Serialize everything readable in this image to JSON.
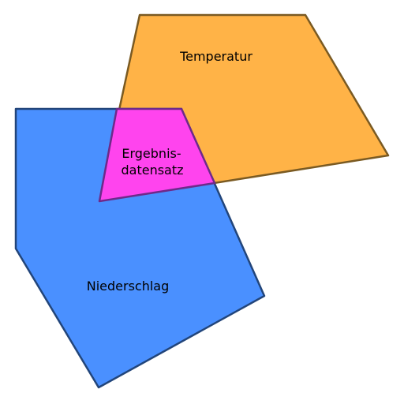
{
  "diagram": {
    "regions": {
      "temperature": {
        "label": "Temperatur",
        "fill": "#FFB347",
        "stroke": "#7A5A22"
      },
      "precipitation": {
        "label": "Niederschlag",
        "fill": "#4A90FF",
        "stroke": "#22457A"
      },
      "result": {
        "label_line1": "Ergebnis-",
        "label_line2": "datensatz",
        "fill": "#FF44EE",
        "stroke": "#6E2A8A"
      }
    }
  }
}
